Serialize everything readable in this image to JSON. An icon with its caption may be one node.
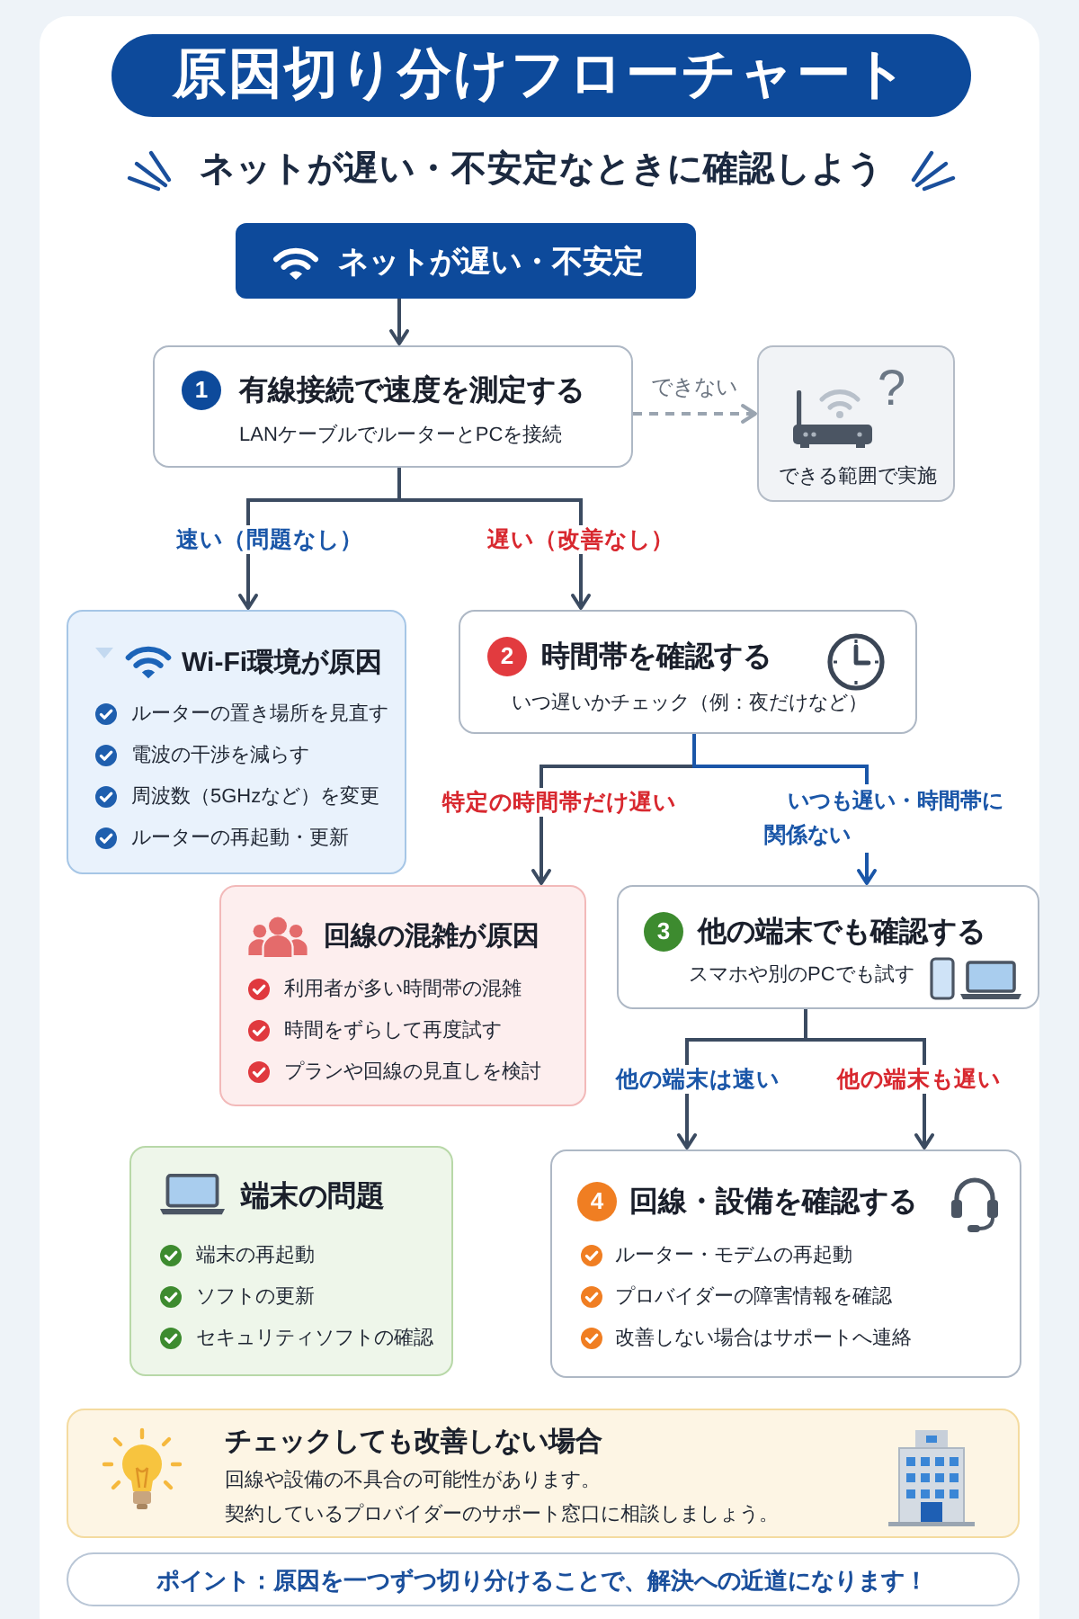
{
  "diagram": {
    "title": "原因切り分けフローチャート",
    "nodes": [
      {
        "text": [
          "ネットが遅い・不安定"
        ]
      },
      {
        "text": [
          "1",
          "有線接続で速度を測定する",
          "LANケーブルでルーターとPCを接続"
        ]
      },
      {
        "text": [
          "?",
          "できる範囲で実施"
        ]
      },
      {
        "text": [
          "Wi-Fi環境が原因",
          "ルーターの置き場所を見直す",
          "電波の干渉を減らす",
          "周波数（5GHzなど）を変更",
          "ルーターの再起動・更新"
        ]
      },
      {
        "text": [
          "2",
          "時間帯を確認する",
          "いつ遅いかチェック（例：夜だけなど）"
        ]
      },
      {
        "text": [
          "回線の混雑が原因",
          "利用者が多い時間帯の混雑",
          "時間をずらして再度試す",
          "プランや回線の見直しを検討"
        ]
      },
      {
        "text": [
          "3",
          "他の端末でも確認する",
          "スマホや別のPCでも試す"
        ]
      },
      {
        "text": [
          "端末の問題",
          "端末の再起動",
          "ソフトの更新",
          "セキュリティソフトの確認"
        ]
      },
      {
        "text": [
          "4",
          "回線・設備を確認する",
          "ルーター・モデムの再起動",
          "プロバイダーの障害情報を確認",
          "改善しない場合はサポートへ連絡"
        ]
      },
      {
        "text": [
          "チェックしても改善しない場合",
          "回線や設備の不具合の可能性があります。",
          "契約しているプロバイダーのサポート窓口に相談しましょう。"
        ]
      },
      {
        "text": [
          "ポイント：原因を一つずつ切り分けることで、解決への近道になります！"
        ]
      }
    ],
    "edges": [
      {
        "from": 0,
        "to": 1,
        "arrow": "to"
      },
      {
        "from": 1,
        "to": 2,
        "arrow": "to",
        "label": "できない",
        "style": "dashed",
        "color": "#9aa4b0"
      },
      {
        "from": 1,
        "to": 3,
        "arrow": "to",
        "label": "速い（問題なし）"
      },
      {
        "from": 1,
        "to": 4,
        "arrow": "to",
        "label": "遅い（改善なし）"
      },
      {
        "from": 4,
        "to": 5,
        "arrow": "to",
        "label": "特定の時間帯だけ遅い"
      },
      {
        "from": 4,
        "to": 6,
        "arrow": "to",
        "label": "いつも遅い・時間帯に関係ない",
        "color": "#1a56a8"
      },
      {
        "from": 6,
        "to": 8,
        "arrow": "to",
        "label": "他の端末は速い"
      },
      {
        "from": 6,
        "to": 8,
        "arrow": "to",
        "label": "他の端末も遅い"
      }
    ],
    "labels": [
      "ネットが遅い・不安定なときに確認しよう"
    ]
  }
}
